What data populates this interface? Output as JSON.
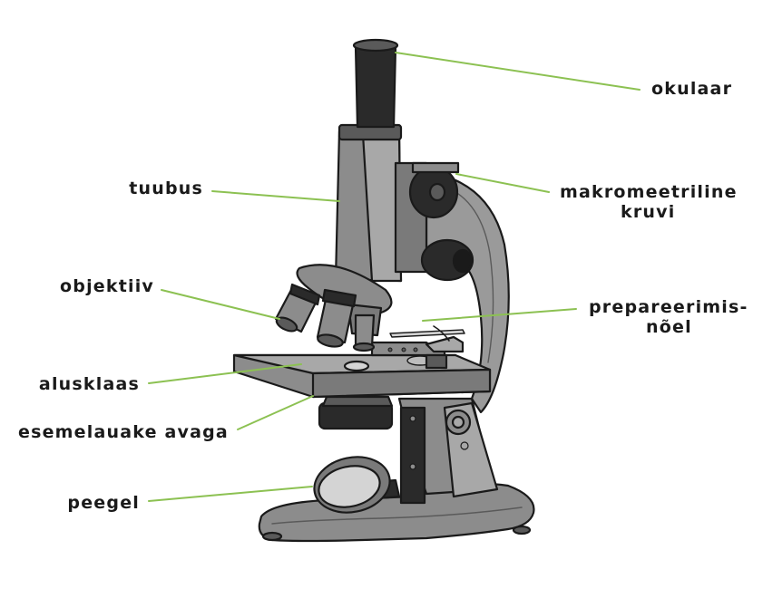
{
  "diagram": {
    "labels": {
      "okulaar": "okulaar",
      "tuubus": "tuubus",
      "makro_line1": "makromeetriline",
      "makro_line2": "kruvi",
      "objektiiv": "objektiiv",
      "prep_line1": "prepareerimis-",
      "prep_line2": "nõel",
      "alusklaas": "alusklaas",
      "esemelauake": "esemelauake avaga",
      "peegel": "peegel"
    },
    "colors": {
      "leader_line": "#8cc152",
      "outline": "#1a1a1a",
      "metal_light": "#a8a8a8",
      "metal_mid": "#8c8c8c",
      "metal_dark": "#5a5a5a",
      "black_part": "#2a2a2a"
    }
  }
}
